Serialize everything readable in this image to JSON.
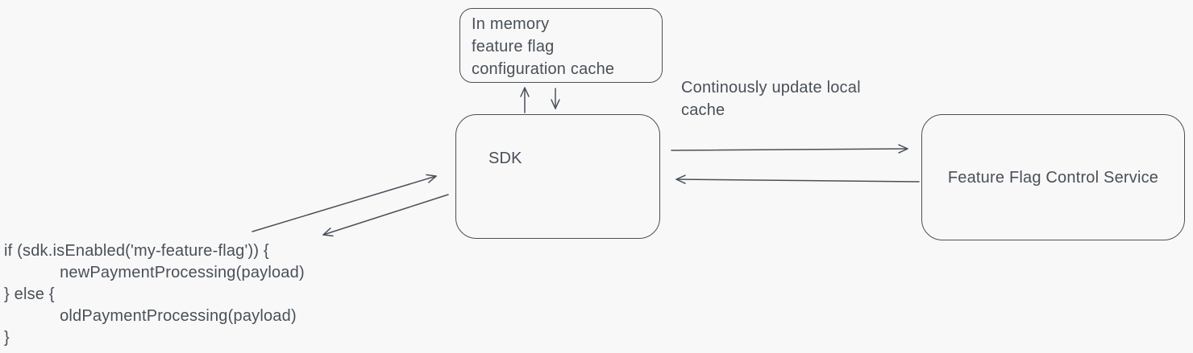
{
  "nodes": {
    "cache": {
      "label": "In memory\nfeature flag\nconfiguration cache"
    },
    "sdk": {
      "label": "SDK"
    },
    "service": {
      "label": "Feature Flag Control Service"
    }
  },
  "annotations": {
    "update_note": "Continously update local\ncache",
    "code_snippet": "if (sdk.isEnabled('my-feature-flag')) {\n            newPaymentProcessing(payload)\n} else {\n            oldPaymentProcessing(payload)\n}"
  },
  "arrows": [
    {
      "name": "arrow-sdk-to-cache",
      "direction": "up"
    },
    {
      "name": "arrow-cache-to-sdk",
      "direction": "down"
    },
    {
      "name": "arrow-sdk-to-service",
      "direction": "right"
    },
    {
      "name": "arrow-service-to-sdk",
      "direction": "left"
    },
    {
      "name": "arrow-code-to-sdk",
      "direction": "up-right"
    },
    {
      "name": "arrow-sdk-to-code",
      "direction": "down-left"
    }
  ],
  "colors": {
    "stroke": "#495057",
    "canvas_background": "#f8f8f9"
  }
}
